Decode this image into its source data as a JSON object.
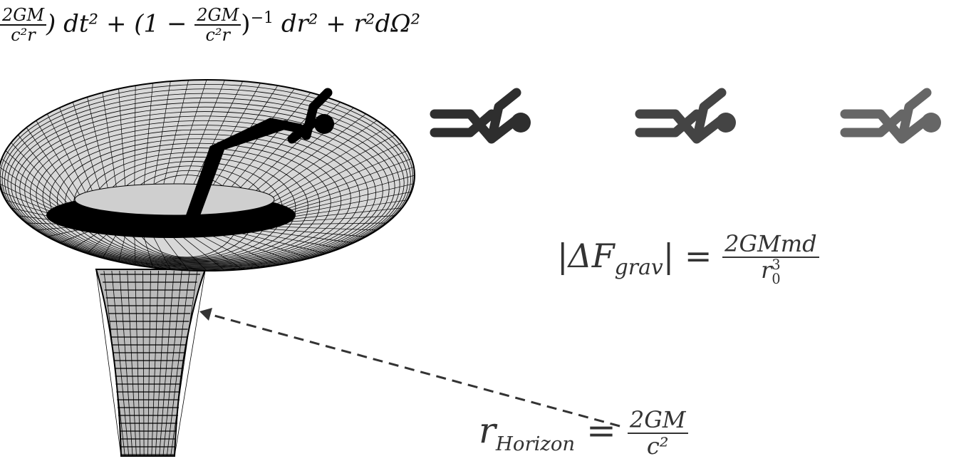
{
  "metric_equation": {
    "frac_num": "2GM",
    "frac_den": "c²r",
    "part1": ") dt² + (1 − ",
    "part2": ")",
    "exponent": "−1",
    "part3": " dr² + r²dΩ²"
  },
  "tidal_equation": {
    "lhs": "|ΔF",
    "lhs_sub": "grav",
    "lhs_end": "| =",
    "num": "2GMmd",
    "den_base": "r",
    "den_sup": "3",
    "den_sub": "0"
  },
  "horizon_equation": {
    "lhs": "r",
    "lhs_sub": "Horizon",
    "eq": " = ",
    "num": "2GM",
    "den": "c²"
  },
  "colors": {
    "figure1": "#2e2e2e",
    "figure2": "#444444",
    "figure3": "#666666",
    "funnel": "#000000"
  }
}
